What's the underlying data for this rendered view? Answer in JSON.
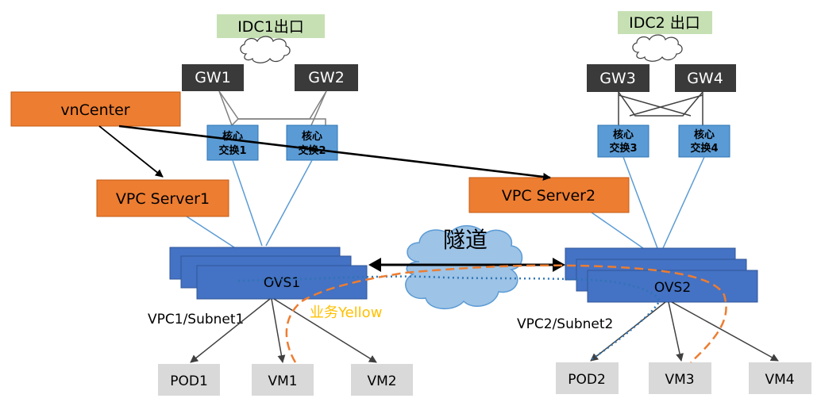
{
  "colors": {
    "idc_label_bg": "#c6e0b4",
    "gateway_bg": "#3a3a3a",
    "switch_bg": "#5b9bd5",
    "switch_border": "#2e75b6",
    "server_bg": "#ed7d31",
    "server_border": "#c55a11",
    "ovs_bg": "#4472c4",
    "ovs_front_bg": "#5b9bd5",
    "endpoint_bg": "#d9d9d9",
    "cloud_fill": "#9dc3e6",
    "cloud_stroke": "#5b9bd5",
    "orange_path": "#ed7d31",
    "blue_path": "#2e75b6",
    "business_label": "#ffc000",
    "link_line": "#404040"
  },
  "left_site": {
    "exit_label": "IDC1出口",
    "gateways": [
      "GW1",
      "GW2"
    ],
    "core_switches": [
      {
        "line1": "核心",
        "line2": "交换1"
      },
      {
        "line1": "核心",
        "line2": "交换2"
      }
    ],
    "vpc_server": "VPC Server1",
    "ovs": "OVS1",
    "subnet": "VPC1/Subnet1",
    "endpoints": [
      "POD1",
      "VM1",
      "VM2"
    ]
  },
  "right_site": {
    "exit_label": "IDC2 出口",
    "gateways": [
      "GW3",
      "GW4"
    ],
    "core_switches": [
      {
        "line1": "核心",
        "line2": "交换3"
      },
      {
        "line1": "核心",
        "line2": "交换4"
      }
    ],
    "vpc_server": "VPC Server2",
    "ovs": "OVS2",
    "subnet": "VPC2/Subnet2",
    "endpoints": [
      "POD2",
      "VM3",
      "VM4"
    ]
  },
  "controller": "vnCenter",
  "tunnel_label": "隧道",
  "business_label": "业务Yellow"
}
